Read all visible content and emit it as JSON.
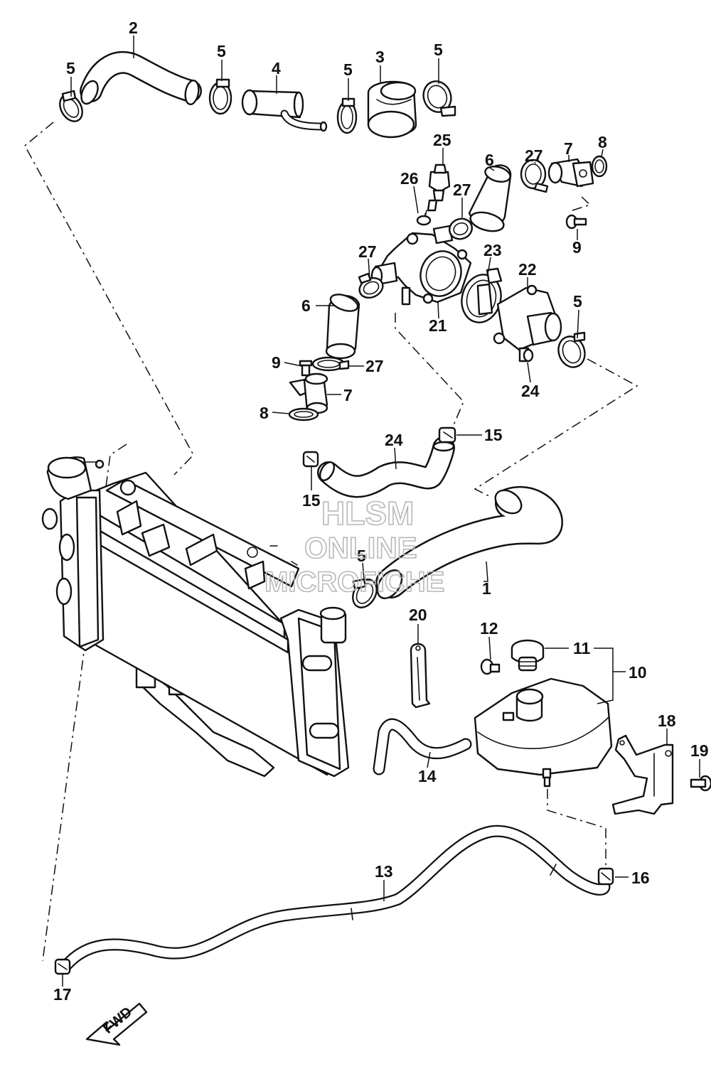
{
  "diagram": {
    "type": "exploded parts diagram",
    "callouts": [
      {
        "id": "c1",
        "label": "1"
      },
      {
        "id": "c2",
        "label": "2"
      },
      {
        "id": "c3",
        "label": "3"
      },
      {
        "id": "c4",
        "label": "4"
      },
      {
        "id": "c5a",
        "label": "5"
      },
      {
        "id": "c5b",
        "label": "5"
      },
      {
        "id": "c5c",
        "label": "5"
      },
      {
        "id": "c5d",
        "label": "5"
      },
      {
        "id": "c5e",
        "label": "5"
      },
      {
        "id": "c5f",
        "label": "5"
      },
      {
        "id": "c6a",
        "label": "6"
      },
      {
        "id": "c6b",
        "label": "6"
      },
      {
        "id": "c7a",
        "label": "7"
      },
      {
        "id": "c7b",
        "label": "7"
      },
      {
        "id": "c8a",
        "label": "8"
      },
      {
        "id": "c8b",
        "label": "8"
      },
      {
        "id": "c9a",
        "label": "9"
      },
      {
        "id": "c9b",
        "label": "9"
      },
      {
        "id": "c10",
        "label": "10"
      },
      {
        "id": "c11",
        "label": "11"
      },
      {
        "id": "c12",
        "label": "12"
      },
      {
        "id": "c13",
        "label": "13"
      },
      {
        "id": "c14",
        "label": "14"
      },
      {
        "id": "c15a",
        "label": "15"
      },
      {
        "id": "c15b",
        "label": "15"
      },
      {
        "id": "c16",
        "label": "16"
      },
      {
        "id": "c17",
        "label": "17"
      },
      {
        "id": "c18",
        "label": "18"
      },
      {
        "id": "c19",
        "label": "19"
      },
      {
        "id": "c20",
        "label": "20"
      },
      {
        "id": "c21",
        "label": "21"
      },
      {
        "id": "c22",
        "label": "22"
      },
      {
        "id": "c23",
        "label": "23"
      },
      {
        "id": "c24a",
        "label": "24"
      },
      {
        "id": "c24b",
        "label": "24"
      },
      {
        "id": "c25",
        "label": "25"
      },
      {
        "id": "c26",
        "label": "26"
      },
      {
        "id": "c27a",
        "label": "27"
      },
      {
        "id": "c27b",
        "label": "27"
      },
      {
        "id": "c27c",
        "label": "27"
      },
      {
        "id": "c27d",
        "label": "27"
      }
    ],
    "direction_marker": "FWD"
  },
  "watermark": {
    "line1": "HLSM",
    "line2": "ONLINE",
    "line3": "MICROFICHE"
  }
}
